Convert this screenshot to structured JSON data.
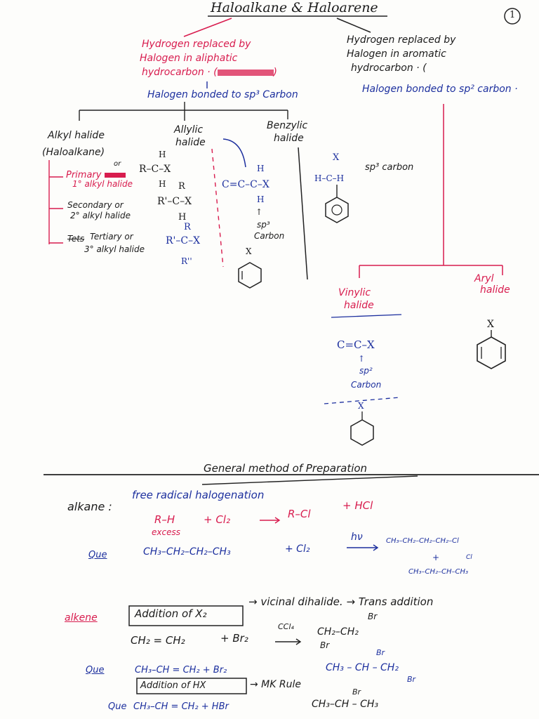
{
  "title": "Haloalkane & Haloarene",
  "page_number": "1",
  "left_branch": {
    "line1": "Hydrogen replaced by",
    "line2": "Halogen in aliphatic",
    "line3": "hydrocarbon · (",
    "line3_end": ")",
    "result": "Halogen bonded to sp³ Carbon"
  },
  "right_branch": {
    "line1": "Hydrogen replaced by",
    "line2": "Halogen in aromatic",
    "line3": "hydrocarbon · (",
    "result": "Halogen bonded to sp² carbon ·"
  },
  "alkyl": {
    "heading": "Alkyl halide",
    "sub": "(Haloalkane)",
    "primary": "Primary",
    "primary_or": "or",
    "primary_alt": "1° alkyl halide",
    "primary_formula": "R–C–X",
    "primary_h_top": "H",
    "primary_h_bot": "H",
    "secondary": "Secondary or",
    "secondary_alt": "2° alkyl halide",
    "secondary_formula": "R'–C–X",
    "secondary_r": "R",
    "secondary_h": "H",
    "tertiary_strike": "Tets",
    "tertiary": "Tertiary or",
    "tertiary_alt": "3° alkyl halide",
    "tertiary_formula": "R'–C–X",
    "tertiary_r": "R",
    "tertiary_r2": "R''"
  },
  "allylic": {
    "heading1": "Allylic",
    "heading2": "halide",
    "formula": "C=C–C–X",
    "h_top": "H",
    "h_bot": "H",
    "label1": "sp³",
    "label2": "Carbon",
    "x": "X"
  },
  "benzylic": {
    "heading1": "Benzylic",
    "heading2": "halide",
    "x": "X",
    "formula": "H–C–H",
    "label": "sp³ carbon"
  },
  "vinylic": {
    "heading1": "Vinylic",
    "heading2": "halide",
    "formula": "C=C–X",
    "label1": "sp²",
    "label2": "Carbon",
    "x": "X"
  },
  "aryl": {
    "heading1": "Aryl",
    "heading2": "halide",
    "x": "X"
  },
  "section2": {
    "heading": "General method of Preparation",
    "alkane_label": "alkane :",
    "alkane_method": "free radical halogenation",
    "eq1_reactant": "R–H",
    "eq1_excess": "excess",
    "eq1_plus": "+ Cl₂",
    "eq1_product": "R–Cl",
    "eq1_side": "+ HCl",
    "que1_label": "Que",
    "que1_reactant": "CH₃–CH₂–CH₂–CH₃",
    "que1_plus": "+ Cl₂",
    "que1_cond": "hν",
    "que1_p1": "CH₃–CH₂–CH₂–CH₂–Cl",
    "que1_plus2": "+",
    "que1_cl": "Cl",
    "que1_p2": "CH₃–CH₂–CH–CH₃",
    "alkene_label": "alkene",
    "addition_box": "Addition of X₂",
    "vicinal": "→ vicinal dihalide. → Trans addition",
    "eq2_reactant": "CH₂ = CH₂",
    "eq2_plus": "+ Br₂",
    "eq2_cond": "CCl₄",
    "eq2_product": "CH₂–CH₂",
    "eq2_br_top": "Br",
    "eq2_br_bot": "Br",
    "que2_label": "Que",
    "que2_reactant": "CH₃–CH = CH₂ + Br₂",
    "que2_product": "CH₃ – CH – CH₂",
    "que2_br_top": "Br",
    "que2_br_bot": "Br",
    "hx_box": "Addition of HX",
    "mk": "→ MK Rule",
    "que3_label": "Que",
    "que3_reactant": "CH₃–CH = CH₂ + HBr",
    "que3_product": "CH₃–CH – CH₃",
    "que3_br": "Br"
  }
}
